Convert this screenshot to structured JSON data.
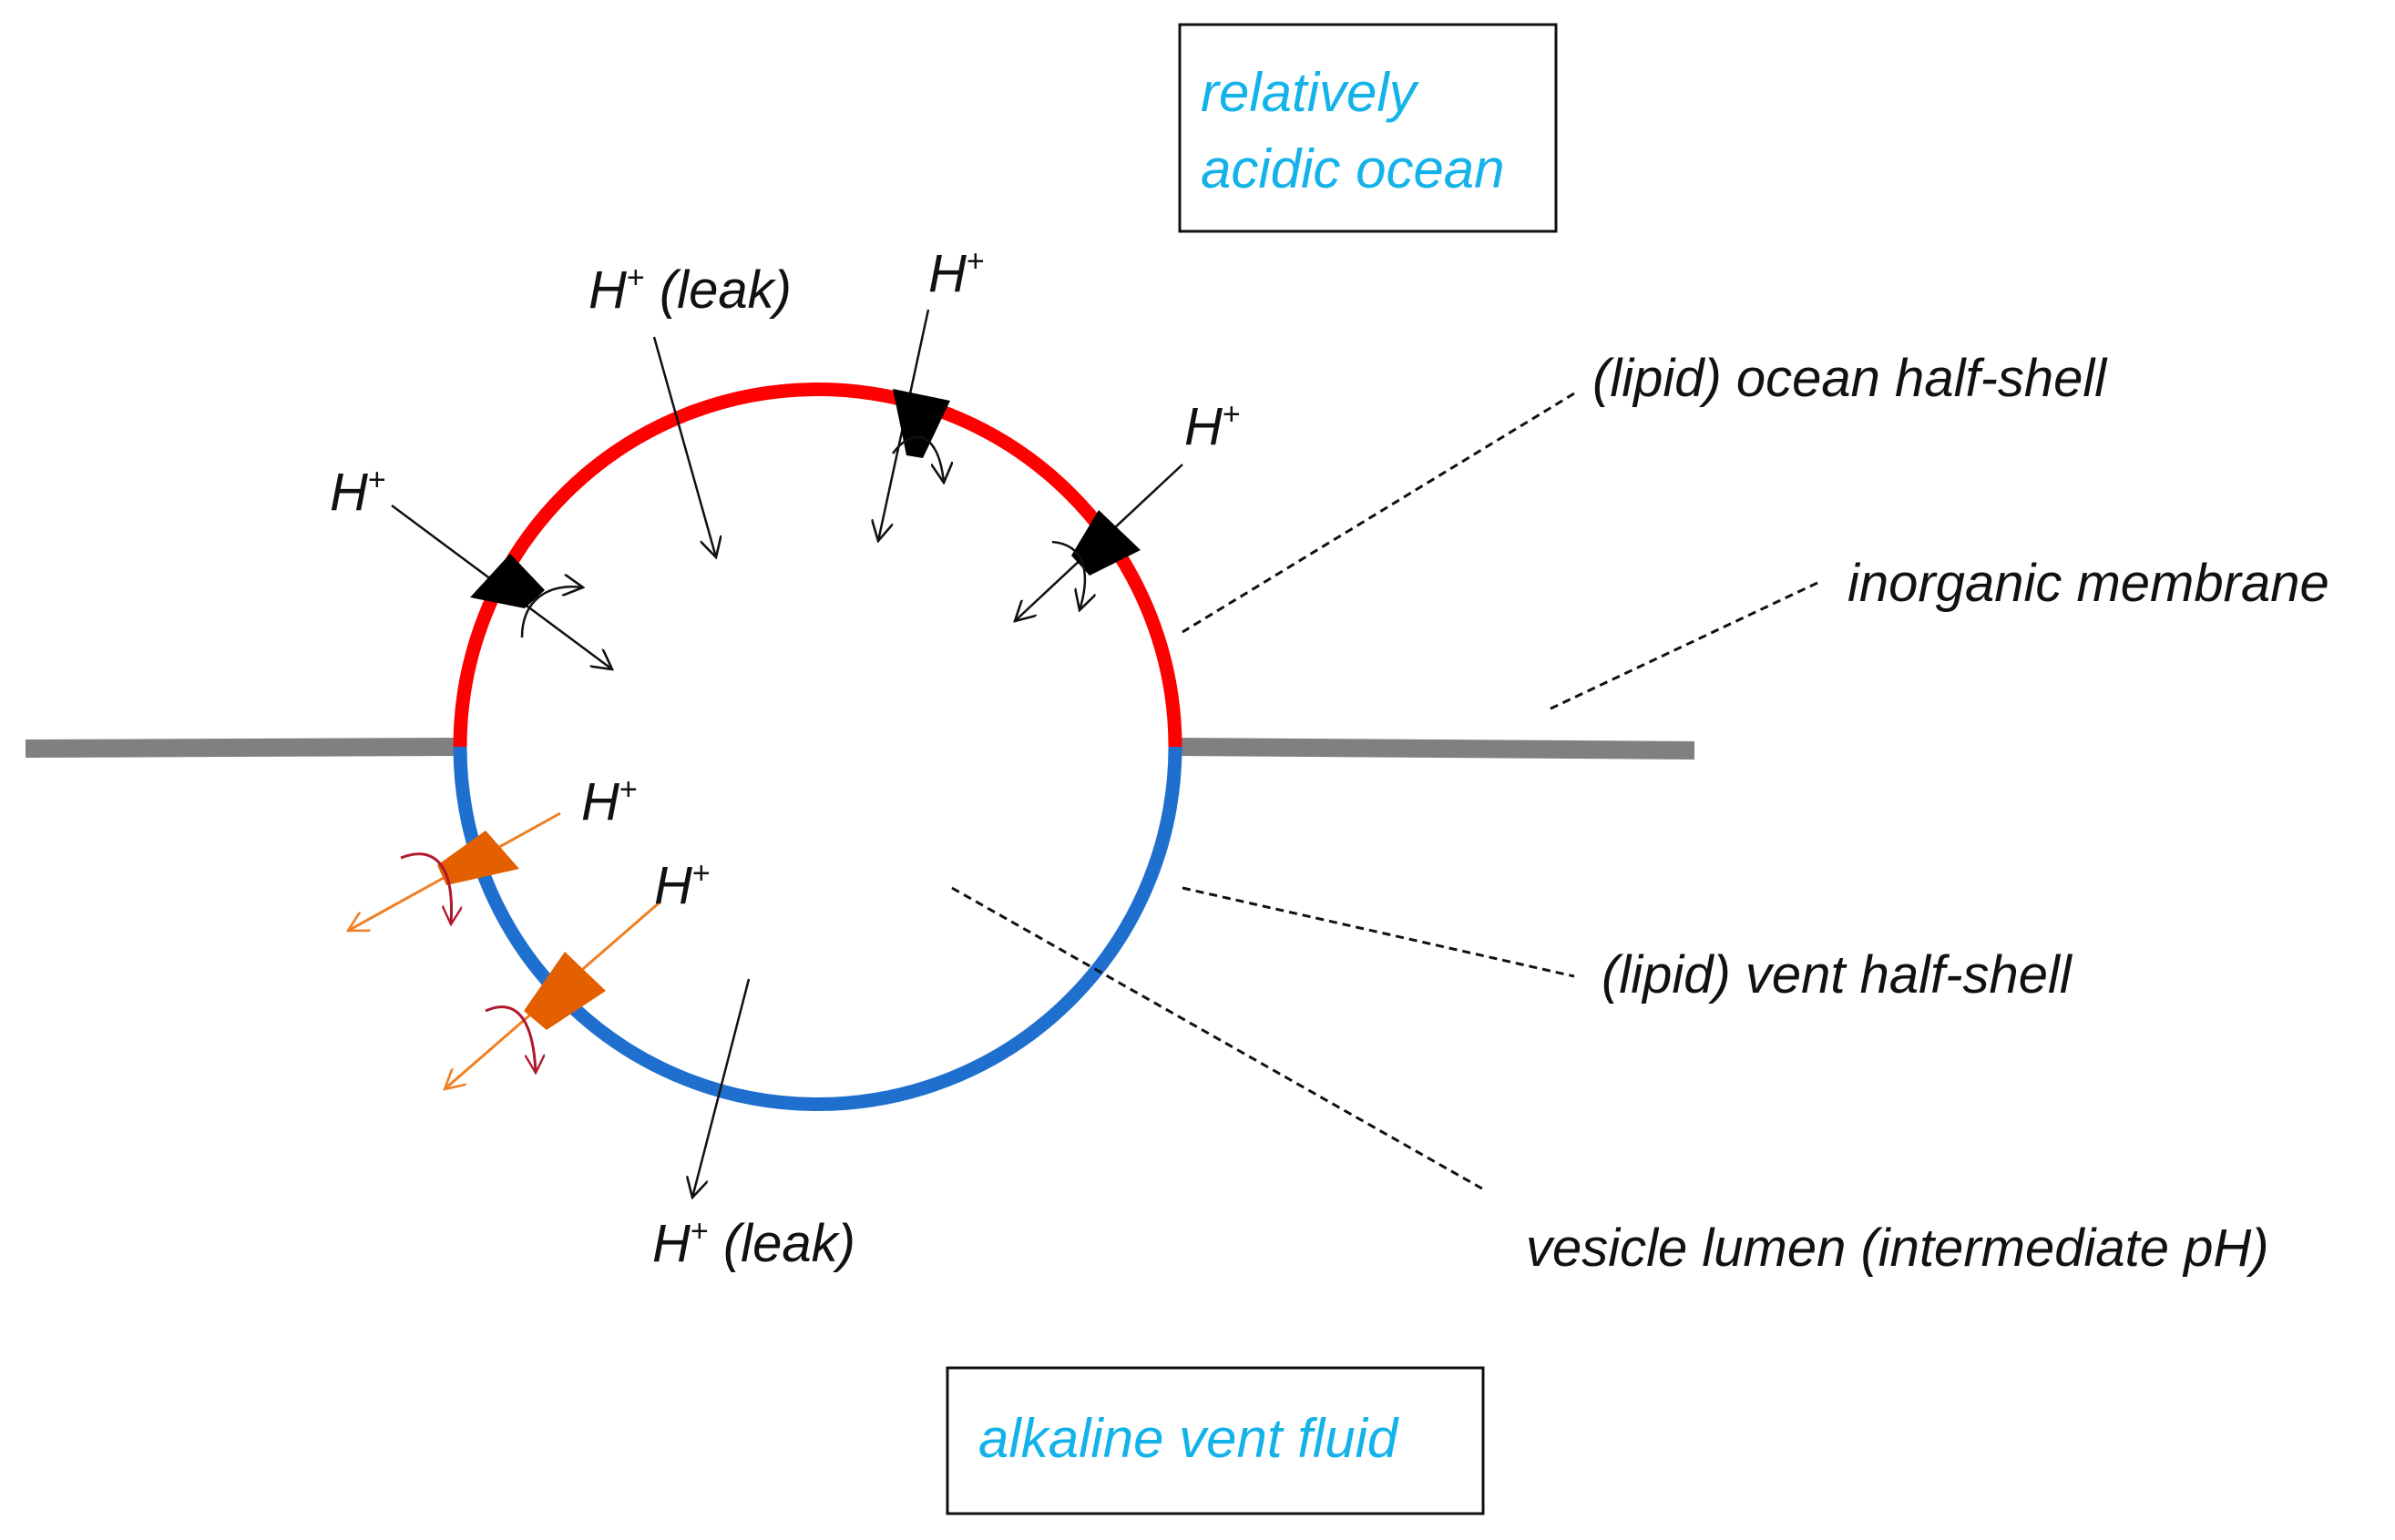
{
  "colors": {
    "ocean_half": "#ff0000",
    "vent_half": "#1f6fcf",
    "inorganic_membrane": "#808080",
    "black_pump": "#000000",
    "orange_pump": "#e35f00",
    "orange_arrow": "#f07f22",
    "red_arrow": "#b0182c",
    "box_text": "#13b3ea",
    "text": "#111111"
  },
  "boxes": {
    "ocean_line1": "relatively",
    "ocean_line2": "acidic ocean",
    "vent": "alkaline vent fluid"
  },
  "proton": {
    "symbol": "H",
    "charge": "+",
    "leak_suffix": " (leak)"
  },
  "labels": {
    "ocean_half_shell": "(lipid) ocean half-shell",
    "inorganic_membrane": "inorganic membrane",
    "vent_half_shell": "(lipid) vent half-shell",
    "vesicle_lumen": "vesicle lumen (intermediate pH)"
  },
  "icons": {
    "black_pump": "proton-pump-icon",
    "orange_pump": "proton-pump-icon",
    "arrow": "arrow-icon"
  }
}
